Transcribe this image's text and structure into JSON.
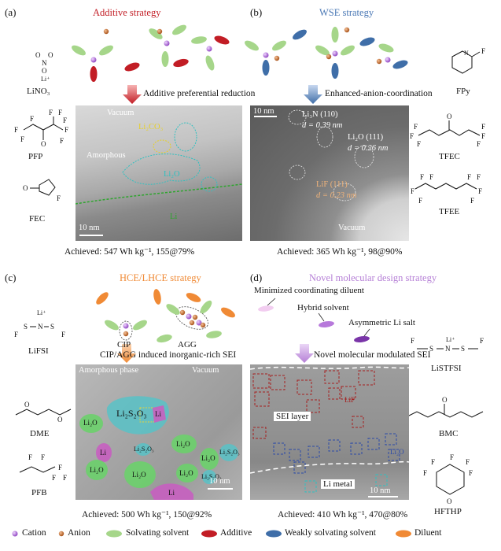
{
  "colors": {
    "cation": "#b06ad9",
    "anion": "#c4621c",
    "solvating_solvent": "#a6d68a",
    "additive": "#c21d25",
    "weakly_solvating_solvent": "#3f6ea8",
    "diluent": "#f08a35",
    "title_a": "#c21d25",
    "title_b": "#4a78b5",
    "title_c": "#f08a35",
    "title_d": "#b57fd6"
  },
  "panel_a": {
    "letter": "(a)",
    "title": "Additive strategy",
    "caption": "Additive preferential reduction",
    "molecules": [
      {
        "name": "LiNO3",
        "label": "LiNO₃",
        "formula": "NO₃⁻ Li⁺"
      },
      {
        "name": "PFP",
        "label": "PFP"
      },
      {
        "name": "FEC",
        "label": "FEC"
      }
    ],
    "tem": {
      "vacuum": "Vacuum",
      "li2co3": "Li₂CO₃",
      "amorphous": "Amorphous",
      "lio": "Li₂O",
      "li": "Li",
      "scale": "10 nm"
    },
    "achieved": "Achieved: 547 Wh kg⁻¹, 155@79%"
  },
  "panel_b": {
    "letter": "(b)",
    "title": "WSE strategy",
    "caption": "Enhanced-anion-coordination",
    "molecules": [
      {
        "name": "FPy",
        "label": "FPy"
      },
      {
        "name": "TFEC",
        "label": "TFEC"
      },
      {
        "name": "TFEE",
        "label": "TFEE"
      }
    ],
    "tem": {
      "scale": "10 nm",
      "li3n": "Li₃N (110)",
      "d1": "d = 0.39 nm",
      "li2o": "Li₂O (111)",
      "d2": "d = 0.26 nm",
      "lif": "LiF (111)",
      "d3": "d = 0.23 nm",
      "vacuum": "Vacuum"
    },
    "achieved": "Achieved: 365 Wh kg⁻¹, 98@90%"
  },
  "panel_c": {
    "letter": "(c)",
    "title": "HCE/LHCE strategy",
    "caption": "CIP/AGG induced inorganic-rich SEI",
    "cip": "CIP",
    "agg": "AGG",
    "molecules": [
      {
        "name": "LiFSI",
        "label": "LiFSI"
      },
      {
        "name": "DME",
        "label": "DME"
      },
      {
        "name": "PFB",
        "label": "PFB"
      }
    ],
    "tem": {
      "amorphous": "Amorphous phase",
      "vacuum": "Vacuum",
      "li2s2o3": "Li₂S₂O₃",
      "li2o": "Li₂O",
      "li": "Li",
      "li2s2o3_small": "Li₂S₂O₃",
      "scale": "10 nm"
    },
    "achieved": "Achieved: 500 Wh kg⁻¹, 150@92%"
  },
  "panel_d": {
    "letter": "(d)",
    "title": "Novel molecular design strategy",
    "label_diluent": "Minimized coordinating diluent",
    "label_hybrid": "Hybrid solvent",
    "label_salt": "Asymmetric Li salt",
    "caption": "Novel molecular modulated SEI",
    "molecules": [
      {
        "name": "LiSTFSI",
        "label": "LiSTFSI"
      },
      {
        "name": "BMC",
        "label": "BMC"
      },
      {
        "name": "HFTHP",
        "label": "HFTHP"
      }
    ],
    "tem": {
      "sei": "SEI layer",
      "lif": "LiF",
      "li2o": "Li₂O",
      "li_metal": "Li metal",
      "scale": "10 nm"
    },
    "achieved": "Achieved: 410 Wh kg⁻¹, 470@80%"
  },
  "legend": {
    "cation": "Cation",
    "anion": "Anion",
    "solvating": "Solvating solvent",
    "additive": "Additive",
    "weakly": "Weakly solvating solvent",
    "diluent": "Diluent"
  }
}
